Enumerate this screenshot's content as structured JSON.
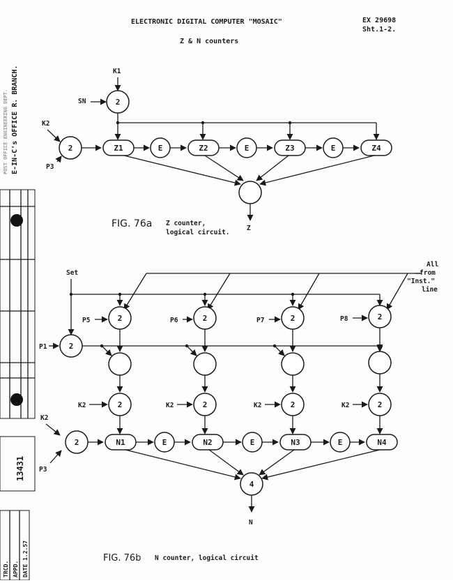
{
  "header": {
    "title": "ELECTRONIC DIGITAL COMPUTER \"MOSAIC\"",
    "subtitle": "Z & N counters",
    "ref": "EX 29698",
    "sheet": "Sht.1-2."
  },
  "fig_a": {
    "caption_num": "FIG. 76a",
    "caption_line1": "Z counter,",
    "caption_line2": "logical circuit.",
    "inputs": {
      "k1": "K1",
      "sn": "SN",
      "k2": "K2",
      "p3": "P3"
    },
    "output": "Z",
    "gate_2": "2",
    "e_label": "E",
    "counters": [
      "Z1",
      "Z2",
      "Z3",
      "Z4"
    ]
  },
  "fig_b": {
    "caption_num": "FIG. 76b",
    "caption_text": "N counter, logical circuit",
    "inputs": {
      "set": "Set",
      "p1": "P1",
      "k2": "K2",
      "p3": "P3"
    },
    "all_from": [
      "All",
      "from",
      "\"Inst.\"",
      "line"
    ],
    "pulses": [
      "P5",
      "P6",
      "P7",
      "P8"
    ],
    "gate_2": "2",
    "gate_4": "4",
    "e_label": "E",
    "counters": [
      "N1",
      "N2",
      "N3",
      "N4"
    ],
    "output": "N"
  },
  "margin": {
    "office": "E-IN-C's OFFICE R. BRANCH.",
    "post_office": "POST OFFICE ENGINEERING DEPT.",
    "number": "13431",
    "trcd": "TRCD.",
    "appd": "APPD.",
    "date": "DATE 1.2.57"
  }
}
